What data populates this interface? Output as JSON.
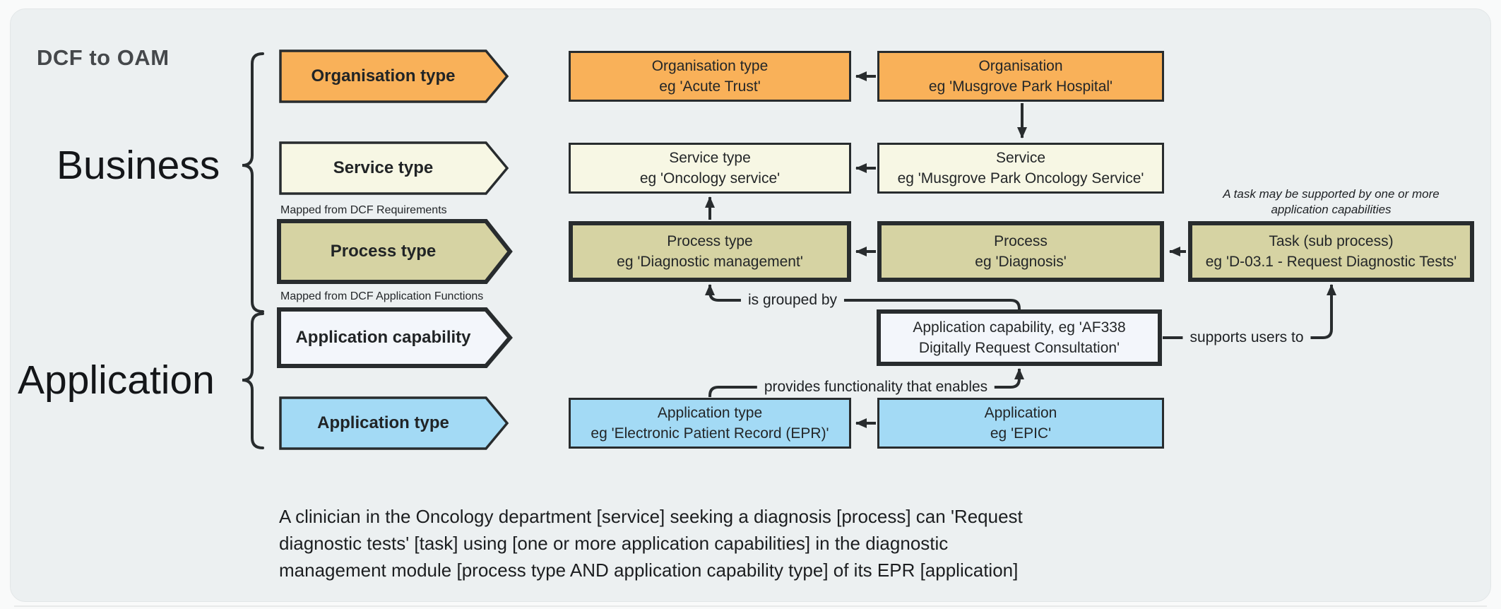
{
  "title": "DCF to OAM",
  "groups": {
    "business": "Business",
    "application": "Application"
  },
  "pentagons": {
    "organisation_type": "Organisation type",
    "service_type": "Service type",
    "process_type": "Process type",
    "application_capability": "Application capability",
    "application_type": "Application type"
  },
  "notes": {
    "mapped_requirements": "Mapped from DCF Requirements",
    "mapped_app_functions": "Mapped from DCF Application Functions",
    "task_note_1": "A task may be supported by one or more",
    "task_note_2": "application capabilities"
  },
  "boxes": {
    "org_type": {
      "line1": "Organisation type",
      "line2": "eg 'Acute Trust'"
    },
    "organisation": {
      "line1": "Organisation",
      "line2": "eg 'Musgrove Park Hospital'"
    },
    "service_type": {
      "line1": "Service type",
      "line2": "eg 'Oncology service'"
    },
    "service": {
      "line1": "Service",
      "line2": "eg 'Musgrove Park Oncology Service'"
    },
    "process_type": {
      "line1": "Process type",
      "line2": "eg 'Diagnostic management'"
    },
    "process": {
      "line1": "Process",
      "line2": "eg 'Diagnosis'"
    },
    "task": {
      "line1": "Task (sub process)",
      "line2": "eg 'D-03.1 - Request Diagnostic Tests'"
    },
    "app_capability": {
      "line1": "Application capability, eg 'AF338",
      "line2": "Digitally Request Consultation'"
    },
    "app_type": {
      "line1": "Application type",
      "line2": "eg 'Electronic Patient Record (EPR)'"
    },
    "application": {
      "line1": "Application",
      "line2": "eg 'EPIC'"
    }
  },
  "connectors": {
    "is_grouped_by": "is grouped by",
    "supports_users_to": "supports users to",
    "provides_functionality": "provides functionality that enables"
  },
  "summary": {
    "lines": [
      "A clinician in the Oncology department [service] seeking a diagnosis [process] can 'Request",
      "diagnostic tests' [task] using [one or more application capabilities] in the diagnostic",
      "management module [process type AND application capability type] of its EPR [application]"
    ]
  },
  "colors": {
    "page_bg": "#f9fafa",
    "panel_bg": "#ecf0f1",
    "line": "#282c2e",
    "orange": "#f9b159",
    "cream": "#f7f7e4",
    "olive": "#d6d3a3",
    "blue": "#a3daf5",
    "capability": "#f3f6fb",
    "title_text": "#45484b",
    "text": "#232628"
  }
}
